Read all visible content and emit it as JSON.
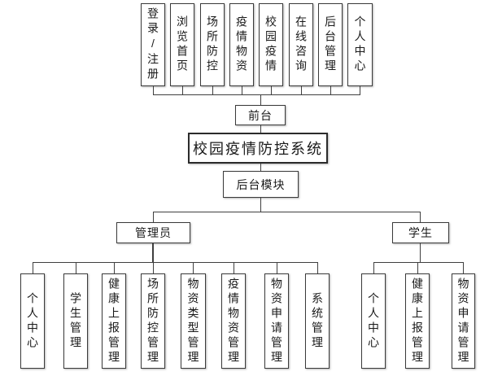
{
  "diagram": {
    "title": "校园疫情防控系统",
    "frontend": {
      "label": "前台",
      "features": [
        "登录/注册",
        "浏览首页",
        "场所防控",
        "疫情物资",
        "校园疫情",
        "在线咨询",
        "后台管理",
        "个人中心"
      ]
    },
    "backend": {
      "label": "后台模块",
      "roles": [
        {
          "label": "管理员",
          "features": [
            "个人中心",
            "学生管理",
            "健康上报管理",
            "场所防控管理",
            "物资类型管理",
            "疫情物资管理",
            "物资申请管理",
            "系统管理"
          ]
        },
        {
          "label": "学生",
          "features": [
            "个人中心",
            "健康上报管理",
            "物资申请管理"
          ]
        }
      ]
    }
  },
  "colors": {
    "background": "#ffffff",
    "line": "#3f3f3f",
    "border": "#3a3a3a"
  }
}
